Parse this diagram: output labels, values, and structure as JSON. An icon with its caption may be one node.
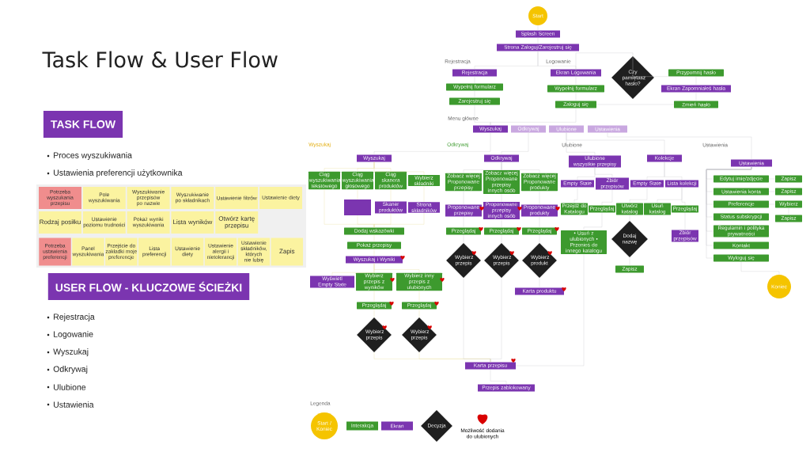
{
  "diagram": {
    "title": "Task Flow & User Flow",
    "nodes": [
      {
        "text": [
          "TASK FLOW"
        ]
      },
      {
        "text": [
          "USER FLOW - KLUCZOWE ŚCIEŻKI"
        ]
      },
      {
        "text": [
          "Potrzeba wyszukania przepisu"
        ]
      },
      {
        "text": [
          "Pole wyszukiwania"
        ]
      },
      {
        "text": [
          "Wyszukiwanie przepisów po nazwie"
        ]
      },
      {
        "text": [
          "Wyszukiwanie po składnikach"
        ]
      },
      {
        "text": [
          "Ustawienie filtrów"
        ]
      },
      {
        "text": [
          "Ustawienie diety"
        ]
      },
      {
        "text": [
          "Rodzaj posiłku"
        ]
      },
      {
        "text": [
          "Ustawienie poziomu trudności"
        ]
      },
      {
        "text": [
          "Pokaż wyniki wyszukiwania"
        ]
      },
      {
        "text": [
          "Lista wyników"
        ]
      },
      {
        "text": [
          "Otwórz kartę przepisu"
        ]
      },
      {
        "text": [
          "Potrzeba ustawienia preferencji"
        ]
      },
      {
        "text": [
          "Panel wyszukiwania"
        ]
      },
      {
        "text": [
          "Przejście do zakładki moje preferencje"
        ]
      },
      {
        "text": [
          "Lista preferencji"
        ]
      },
      {
        "text": [
          "Ustawienie diety"
        ]
      },
      {
        "text": [
          "Ustawienie alergii i nietolerancji"
        ]
      },
      {
        "text": [
          "Ustawienie składników, których nie lubię"
        ]
      },
      {
        "text": [
          "Zapis"
        ]
      },
      {
        "text": [
          "Start"
        ]
      },
      {
        "text": [
          "Splash Screen"
        ]
      },
      {
        "text": [
          "Strona Zaloguj/Zarejestruj się"
        ]
      },
      {
        "text": [
          "Rejestracja"
        ]
      },
      {
        "text": [
          "Wypełnij formularz"
        ]
      },
      {
        "text": [
          "Zarejestruj się"
        ]
      },
      {
        "text": [
          "Ekran Logowania"
        ]
      },
      {
        "text": [
          "Czy pamiętasz hasło?"
        ]
      },
      {
        "text": [
          "Przypomnij hasło"
        ]
      },
      {
        "text": [
          "Ekran Zapomniałeś hasła"
        ]
      },
      {
        "text": [
          "Zaloguj się"
        ]
      },
      {
        "text": [
          "Zmień hasło"
        ]
      },
      {
        "text": [
          "Wyszukaj"
        ]
      },
      {
        "text": [
          "Odkrywaj"
        ]
      },
      {
        "text": [
          "Ulubione"
        ]
      },
      {
        "text": [
          "Ustawienia"
        ]
      },
      {
        "text": [
          "Wyszukaj"
        ]
      },
      {
        "text": [
          "Ciąg wyszukiwania tekstowego"
        ]
      },
      {
        "text": [
          "Ciąg wyszukiwania głosowego"
        ]
      },
      {
        "text": [
          "Ciąg skanera produktów"
        ]
      },
      {
        "text": [
          "Wybierz składniki"
        ]
      },
      {
        "text": [],
        "shape": "box"
      },
      {
        "text": [
          "Skaner produktów"
        ]
      },
      {
        "text": [
          "Strona składników"
        ]
      },
      {
        "text": [
          "Dodaj wskazówki"
        ]
      },
      {
        "text": [
          "Pokaż przepisy"
        ]
      },
      {
        "text": [
          "Wyszukaj i Wyniki"
        ]
      },
      {
        "text": [
          "Wyświetl Empty State"
        ]
      },
      {
        "text": [
          "Wybierz przepis z wyników"
        ]
      },
      {
        "text": [
          "Wybierz inny przepis z ulubionych"
        ]
      },
      {
        "text": [
          "Przeglądaj"
        ]
      },
      {
        "text": [
          "Przeglądaj"
        ]
      },
      {
        "text": [
          "Wybierz przepis"
        ]
      },
      {
        "text": [
          "Wybierz przepis"
        ]
      },
      {
        "text": [
          "Odkrywaj"
        ]
      },
      {
        "text": [
          "Zobacz więcej Proponowane przepisy"
        ]
      },
      {
        "text": [
          "Zobacz więcej Proponowane przepisy innych osób"
        ]
      },
      {
        "text": [
          "Zobacz więcej Proponowane produkty"
        ]
      },
      {
        "text": [
          "Proponowane przepisy"
        ]
      },
      {
        "text": [
          "Proponowane przepisy innych osób"
        ]
      },
      {
        "text": [
          "Proponowane produkty"
        ]
      },
      {
        "text": [
          "Przeglądaj"
        ]
      },
      {
        "text": [
          "Przeglądaj"
        ]
      },
      {
        "text": [
          "Przeglądaj"
        ]
      },
      {
        "text": [
          "Wybierz przepis"
        ]
      },
      {
        "text": [
          "Wybierz przepis"
        ]
      },
      {
        "text": [
          "Wybierz produkt"
        ]
      },
      {
        "text": [
          "Karta produktu"
        ]
      },
      {
        "text": [
          "Ulubione wszystkie przepisy"
        ]
      },
      {
        "text": [
          "Kolekcje"
        ]
      },
      {
        "text": [
          "Empty State"
        ]
      },
      {
        "text": [
          "Zbiór przepisów"
        ]
      },
      {
        "text": [
          "Empty State"
        ]
      },
      {
        "text": [
          "Lista kolekcji"
        ]
      },
      {
        "text": [
          "Przejdź do Katalogu"
        ]
      },
      {
        "text": [
          "Przeglądaj"
        ]
      },
      {
        "text": [
          "Utwórz katalog"
        ]
      },
      {
        "text": [
          "Usuń katalog"
        ]
      },
      {
        "text": [
          "Przeglądaj"
        ]
      },
      {
        "text": [
          "Dodaj nazwę"
        ]
      },
      {
        "text": [
          "Zapisz"
        ]
      },
      {
        "text": [
          "Zbiór przepisów"
        ]
      },
      {
        "text": [
          "• Usuń z ulubionych • Przenieś do innego katalogu"
        ]
      },
      {
        "text": [
          "Ustawienia"
        ]
      },
      {
        "text": [
          "Edytuj imię/zdjęcie"
        ]
      },
      {
        "text": [
          "Ustawienia konta"
        ]
      },
      {
        "text": [
          "Preferencje"
        ]
      },
      {
        "text": [
          "Status subskrypcji"
        ]
      },
      {
        "text": [
          "Regulamin i polityka prywatności"
        ]
      },
      {
        "text": [
          "Kontakt"
        ]
      },
      {
        "text": [
          "Wyloguj się"
        ]
      },
      {
        "text": [
          "Zapisz"
        ]
      },
      {
        "text": [
          "Zapisz"
        ]
      },
      {
        "text": [
          "Wybierz"
        ]
      },
      {
        "text": [
          "Zapisz"
        ]
      },
      {
        "text": [
          "Koniec"
        ]
      },
      {
        "text": [
          "Karta przepisu"
        ]
      },
      {
        "text": [
          "Przepis zablokowany"
        ]
      },
      {
        "text": [
          "Wypełnij formularz"
        ]
      }
    ],
    "edges": [
      {
        "from": 21,
        "to": 22,
        "arrow": "none"
      },
      {
        "from": 22,
        "to": 23,
        "arrow": "none"
      },
      {
        "from": 23,
        "to": 24,
        "arrow": "none"
      },
      {
        "from": 23,
        "to": 27,
        "arrow": "none"
      },
      {
        "from": 24,
        "to": 25,
        "arrow": "none"
      },
      {
        "from": 25,
        "to": 26,
        "arrow": "none"
      },
      {
        "from": 27,
        "to": 28,
        "arrow": "none"
      },
      {
        "from": 28,
        "to": 29,
        "arrow": "none"
      },
      {
        "from": 29,
        "to": 30,
        "arrow": "none"
      },
      {
        "from": 30,
        "to": 32,
        "arrow": "none"
      },
      {
        "from": 32,
        "to": 31,
        "arrow": "none"
      },
      {
        "from": 27,
        "to": 99,
        "arrow": "none"
      },
      {
        "from": 99,
        "to": 31,
        "arrow": "none"
      },
      {
        "from": 26,
        "to": 33,
        "arrow": "none"
      },
      {
        "from": 31,
        "to": 33,
        "arrow": "none"
      },
      {
        "from": 33,
        "to": 37,
        "arrow": "none"
      },
      {
        "from": 34,
        "to": 55,
        "arrow": "none"
      },
      {
        "from": 35,
        "to": 69,
        "arrow": "none"
      },
      {
        "from": 35,
        "to": 70,
        "arrow": "none"
      },
      {
        "from": 36,
        "to": 84,
        "arrow": "none"
      },
      {
        "from": 37,
        "to": 38,
        "arrow": "none",
        "color": "#e8df9c"
      },
      {
        "from": 37,
        "to": 39,
        "arrow": "none",
        "color": "#e8df9c"
      },
      {
        "from": 37,
        "to": 40,
        "arrow": "none",
        "color": "#e8df9c"
      },
      {
        "from": 37,
        "to": 41,
        "arrow": "none",
        "color": "#e8df9c"
      },
      {
        "from": 39,
        "to": 42,
        "arrow": "none",
        "color": "#e8df9c"
      },
      {
        "from": 40,
        "to": 43,
        "arrow": "none",
        "color": "#e8df9c"
      },
      {
        "from": 41,
        "to": 44,
        "arrow": "none",
        "color": "#e8df9c"
      },
      {
        "from": 38,
        "to": 45,
        "arrow": "none",
        "color": "#e8df9c"
      },
      {
        "from": 42,
        "to": 45,
        "arrow": "none",
        "color": "#e8df9c"
      },
      {
        "from": 43,
        "to": 45,
        "arrow": "none",
        "color": "#e8df9c"
      },
      {
        "from": 44,
        "to": 45,
        "arrow": "none",
        "color": "#e8df9c"
      },
      {
        "from": 45,
        "to": 46,
        "arrow": "none",
        "color": "#e8df9c"
      },
      {
        "from": 46,
        "to": 47,
        "arrow": "none",
        "color": "#e8df9c"
      },
      {
        "from": 47,
        "to": 48,
        "arrow": "none",
        "color": "#e8df9c"
      },
      {
        "from": 47,
        "to": 49,
        "arrow": "none",
        "color": "#e8df9c"
      },
      {
        "from": 47,
        "to": 50,
        "arrow": "none",
        "color": "#e8df9c"
      },
      {
        "from": 49,
        "to": 51,
        "arrow": "none",
        "color": "#e8df9c"
      },
      {
        "from": 50,
        "to": 52,
        "arrow": "none",
        "color": "#e8df9c"
      },
      {
        "from": 51,
        "to": 53,
        "arrow": "none",
        "color": "#e8df9c"
      },
      {
        "from": 52,
        "to": 54,
        "arrow": "none",
        "color": "#e8df9c"
      },
      {
        "from": 53,
        "to": 97,
        "arrow": "none",
        "color": "#e8df9c"
      },
      {
        "from": 54,
        "to": 97,
        "arrow": "none",
        "color": "#e8df9c"
      },
      {
        "from": 55,
        "to": 56,
        "arrow": "none"
      },
      {
        "from": 55,
        "to": 57,
        "arrow": "none"
      },
      {
        "from": 55,
        "to": 58,
        "arrow": "none"
      },
      {
        "from": 56,
        "to": 59,
        "arrow": "none"
      },
      {
        "from": 57,
        "to": 60,
        "arrow": "none"
      },
      {
        "from": 58,
        "to": 61,
        "arrow": "none"
      },
      {
        "from": 59,
        "to": 62,
        "arrow": "none"
      },
      {
        "from": 60,
        "to": 63,
        "arrow": "none"
      },
      {
        "from": 61,
        "to": 64,
        "arrow": "none"
      },
      {
        "from": 62,
        "to": 65,
        "arrow": "none"
      },
      {
        "from": 63,
        "to": 66,
        "arrow": "none"
      },
      {
        "from": 64,
        "to": 67,
        "arrow": "none"
      },
      {
        "from": 67,
        "to": 68,
        "arrow": "none"
      },
      {
        "from": 65,
        "to": 97,
        "arrow": "none"
      },
      {
        "from": 66,
        "to": 97,
        "arrow": "none"
      },
      {
        "from": 69,
        "to": 71,
        "arrow": "none"
      },
      {
        "from": 69,
        "to": 72,
        "arrow": "none"
      },
      {
        "from": 70,
        "to": 73,
        "arrow": "none"
      },
      {
        "from": 70,
        "to": 74,
        "arrow": "none"
      },
      {
        "from": 71,
        "to": 75,
        "arrow": "none"
      },
      {
        "from": 72,
        "to": 76,
        "arrow": "none"
      },
      {
        "from": 73,
        "to": 77,
        "arrow": "none"
      },
      {
        "from": 74,
        "to": 78,
        "arrow": "none"
      },
      {
        "from": 74,
        "to": 79,
        "arrow": "none"
      },
      {
        "from": 77,
        "to": 80,
        "arrow": "none"
      },
      {
        "from": 80,
        "to": 81,
        "arrow": "none"
      },
      {
        "from": 79,
        "to": 82,
        "arrow": "none"
      },
      {
        "from": 76,
        "to": 83,
        "arrow": "none"
      },
      {
        "from": 83,
        "to": 97,
        "arrow": "none"
      },
      {
        "from": 84,
        "to": 85,
        "arrow": "none"
      },
      {
        "from": 84,
        "to": 86,
        "arrow": "none"
      },
      {
        "from": 84,
        "to": 87,
        "arrow": "none"
      },
      {
        "from": 84,
        "to": 88,
        "arrow": "none"
      },
      {
        "from": 84,
        "to": 89,
        "arrow": "none"
      },
      {
        "from": 84,
        "to": 90,
        "arrow": "none"
      },
      {
        "from": 84,
        "to": 91,
        "arrow": "none"
      },
      {
        "from": 85,
        "to": 92,
        "arrow": "none"
      },
      {
        "from": 86,
        "to": 93,
        "arrow": "none"
      },
      {
        "from": 87,
        "to": 94,
        "arrow": "none"
      },
      {
        "from": 94,
        "to": 95,
        "arrow": "none"
      },
      {
        "from": 91,
        "to": 96,
        "arrow": "none"
      },
      {
        "from": 97,
        "to": 98,
        "arrow": "none"
      }
    ],
    "labels": [
      "Proces wyszukiwania",
      "Ustawienia preferencji użytkownika",
      "Rejestracja",
      "Logowanie",
      "Wyszukaj",
      "Odkrywaj",
      "Ulubione",
      "Ustawienia",
      "Rejestracja",
      "Logowanie",
      "Menu główne",
      "Wyszukaj",
      "Odkrywaj",
      "Ulubione",
      "Ustawienia",
      "Legenda"
    ],
    "legend": [
      {
        "text": "Start / Koniec",
        "color": "#f5c400"
      },
      {
        "text": "Interakcja",
        "color": "#3d9a2e"
      },
      {
        "text": "Ekran",
        "color": "#7b35b0"
      },
      {
        "text": "Decyzja"
      },
      {
        "text": "Możliwość dodania do ulubionych"
      }
    ]
  }
}
